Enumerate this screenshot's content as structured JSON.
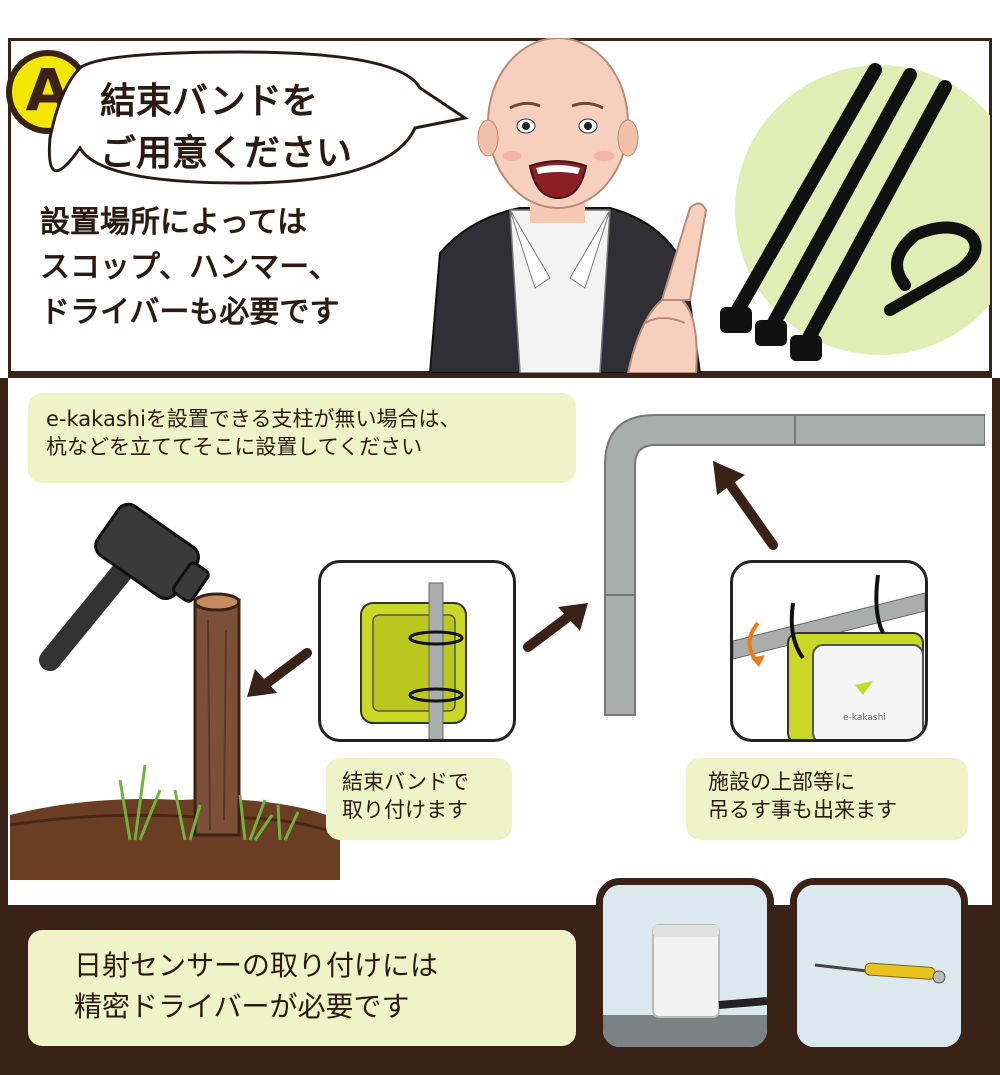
{
  "badge": {
    "letter": "A",
    "color": "#f3e600"
  },
  "bubble": {
    "line1": "結束バンドを",
    "line2": "ご用意ください"
  },
  "note": {
    "text": "設置場所によっては\nスコップ、ハンマー、\nドライバーも必要です"
  },
  "callout_post": {
    "text": "e-kakashiを設置できる支柱が無い場合は、\n杭などを立ててそこに設置してください"
  },
  "label_tie": {
    "text": "結束バンドで\n取り付けます"
  },
  "label_hang": {
    "text": "施設の上部等に\n吊るす事も出来ます"
  },
  "device_brand": {
    "text": "e-kakashi"
  },
  "bottom_note": {
    "text": "日射センサーの取り付けには\n精密ドライバーが必要です"
  },
  "colors": {
    "frame": "#3a2216",
    "accent": "#c9d824",
    "callout_bg": "#eef3c8",
    "pipe": "#a9adab"
  },
  "icons": [
    "cable-tie-icon",
    "hammer-icon",
    "stake-icon",
    "pipe-icon",
    "arrow-icon",
    "screwdriver-icon",
    "sensor-icon"
  ]
}
